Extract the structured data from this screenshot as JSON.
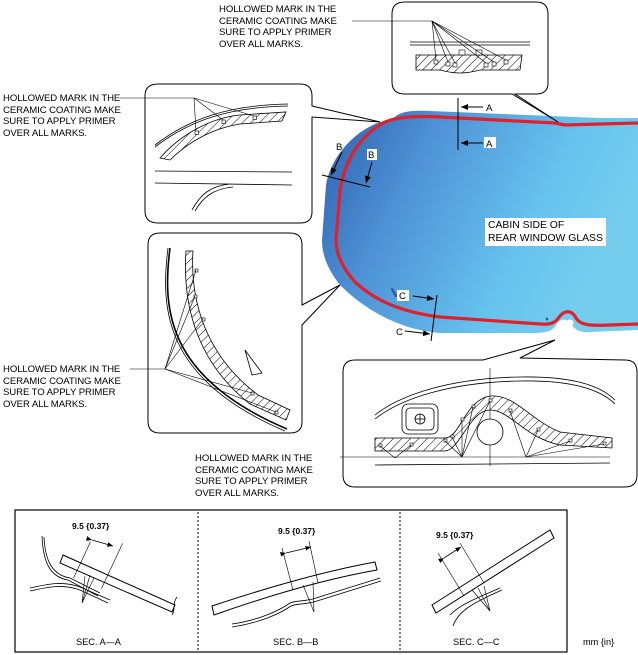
{
  "notes": {
    "top": [
      "HOLLOWED MARK IN THE",
      "CERAMIC COATING MAKE",
      "SURE TO APPLY PRIMER",
      "OVER ALL MARKS."
    ],
    "upper_left": [
      "HOLLOWED MARK IN THE",
      "CERAMIC COATING MAKE",
      "SURE TO APPLY PRIMER",
      "OVER ALL MARKS."
    ],
    "lower_left": [
      "HOLLOWED MARK IN THE",
      "CERAMIC COATING MAKE",
      "SURE TO APPLY PRIMER",
      "OVER ALL MARKS."
    ],
    "bottom": [
      "HOLLOWED MARK IN THE",
      "CERAMIC COATING MAKE",
      "SURE TO APPLY PRIMER",
      "OVER ALL MARKS."
    ]
  },
  "glass": {
    "label": [
      "CABIN SIDE OF",
      "REAR WINDOW GLASS"
    ],
    "colors": {
      "glass_dark": "#2f64b0",
      "glass_light": "#6ccaf0",
      "sealant": "#e0202a"
    }
  },
  "section_markers": {
    "a1": "A",
    "a2": "A",
    "b1": "B",
    "b2": "B",
    "c1": "C",
    "c2": "C"
  },
  "sections": [
    {
      "caption": "SEC. A—A",
      "dimension": "9.5 {0.37}"
    },
    {
      "caption": "SEC. B—B",
      "dimension": "9.5 {0.37}"
    },
    {
      "caption": "SEC. C—C",
      "dimension": "9.5 {0.37}"
    }
  ],
  "units": "mm {in}"
}
